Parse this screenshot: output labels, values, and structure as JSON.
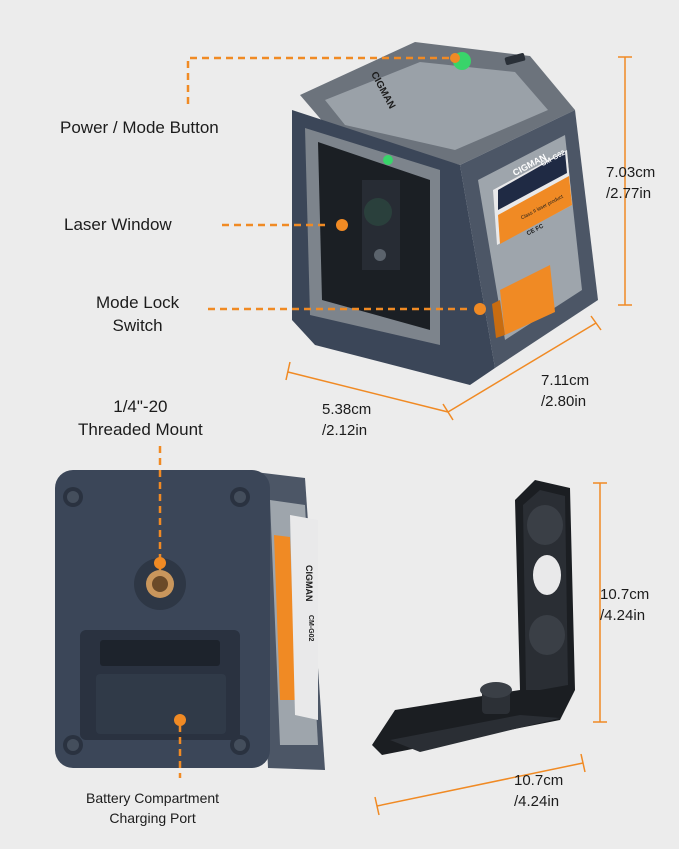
{
  "labels": {
    "power_mode_button": "Power / Mode Button",
    "laser_window": "Laser Window",
    "mode_lock_line1": "Mode Lock",
    "mode_lock_line2": "Switch",
    "mount_line1": "1/4\"-20",
    "mount_line2": "Threaded Mount",
    "battery_line1": "Battery Compartment",
    "battery_line2": "Charging Port"
  },
  "dimensions": {
    "height_cm": "7.03cm",
    "height_in": "/2.77in",
    "depth_cm": "7.11cm",
    "depth_in": "/2.80in",
    "width_cm": "5.38cm",
    "width_in": "/2.12in",
    "bracket_height_cm": "10.7cm",
    "bracket_height_in": "/4.24in",
    "bracket_width_cm": "10.7cm",
    "bracket_width_in": "/4.24in"
  },
  "product": {
    "brand": "CIGMAN",
    "model": "CM-G02",
    "warning_text": "Class II laser product",
    "cert_text": "CE FC"
  },
  "colors": {
    "accent_orange": "#f08a24",
    "body_dark": "#3a4557",
    "body_grey": "#8e949b",
    "laser_green": "#39d46a"
  }
}
